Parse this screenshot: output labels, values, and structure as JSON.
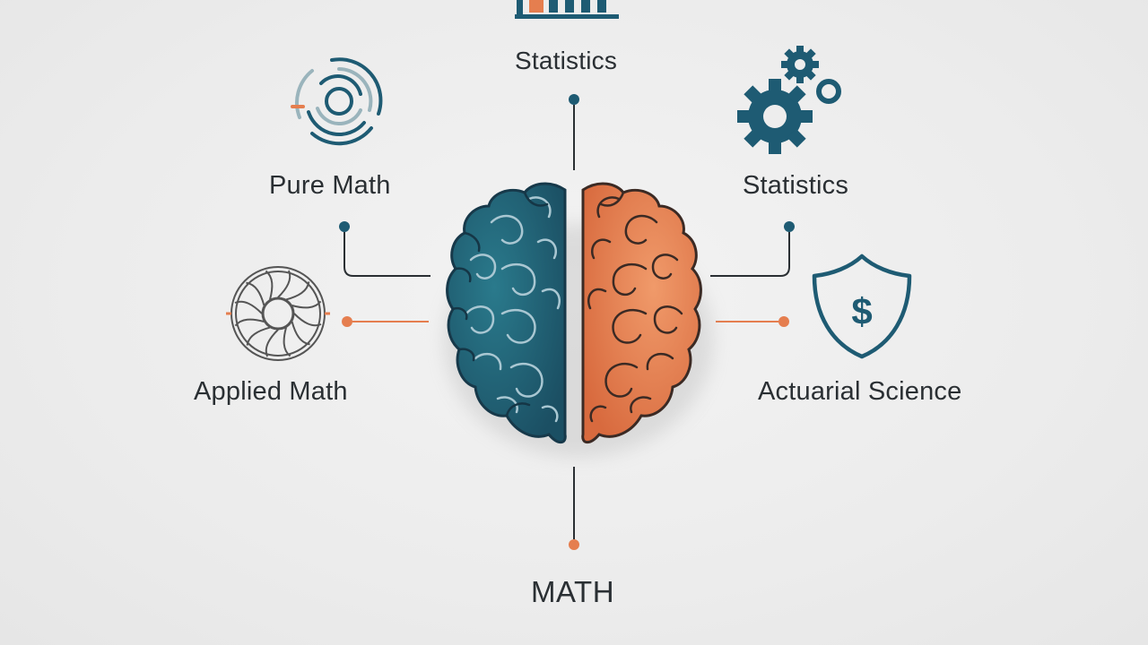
{
  "labels": {
    "top": "Statistics",
    "pure_math": "Pure Math",
    "statistics_right": "Statistics",
    "applied_math": "Applied Math",
    "actuarial": "Actuarial Science",
    "bottom": "MATH"
  },
  "icons": {
    "top": "bar-chart-icon",
    "pure_math": "concentric-arcs-icon",
    "statistics_right": "gears-icon",
    "applied_math": "turbine-icon",
    "actuarial": "dollar-shield-icon",
    "center": "brain-icon"
  },
  "colors": {
    "teal": "#1e5b73",
    "orange": "#e57e4f",
    "text": "#2a2f33",
    "background": "#eeeeee"
  }
}
